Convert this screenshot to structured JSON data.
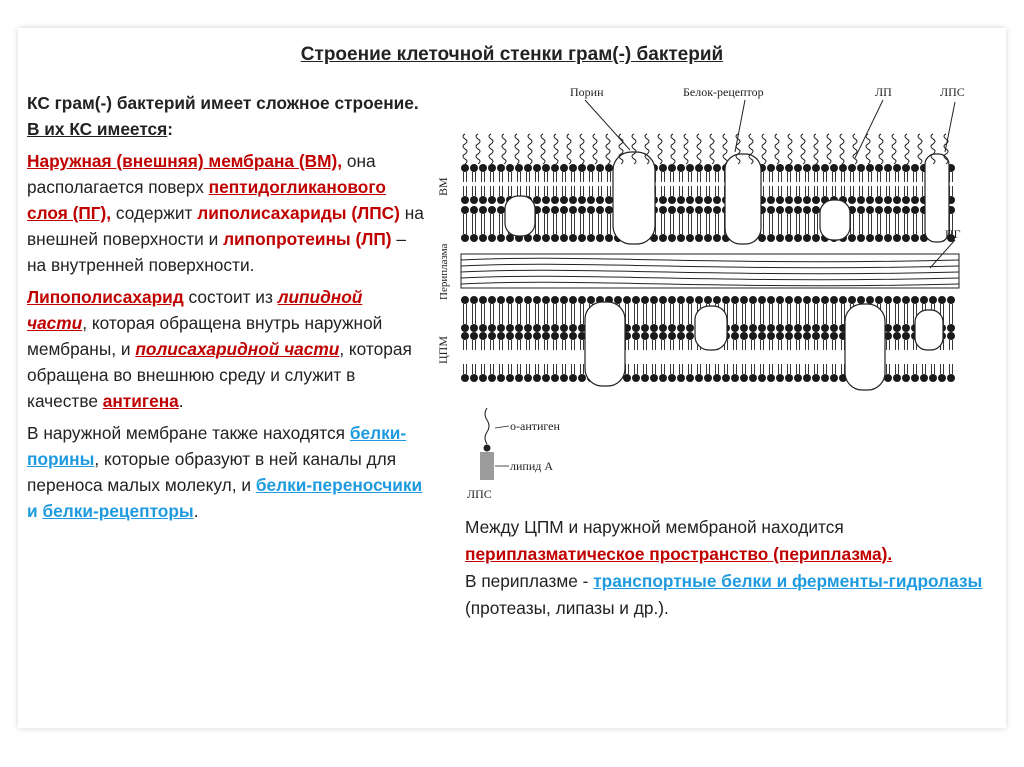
{
  "slide": {
    "title": "Строение клеточной стенки грам(-) бактерий"
  },
  "left": {
    "p1_a": "КС грам(-) бактерий имеет сложное строение. ",
    "p1_b": "В их КС имеется",
    "p1_c": ":",
    "p2_a": "Наружная (внешняя) мембрана (ВМ),",
    "p2_b": " она располагается поверх ",
    "p2_c": "пептидогликанового слоя (ПГ),",
    "p2_d": " содержит ",
    "p2_e": "липолисахариды (ЛПС)",
    "p2_f": " на внешней поверхности  и ",
    "p2_g": "липопротеины  (ЛП)",
    "p2_h": " – на внутренней поверхности.",
    "p3_a": "Липополисахарид",
    "p3_b": " состоит из ",
    "p3_c": "липидной части",
    "p3_d": ", которая обращена внутрь наружной мембраны, и ",
    "p3_e": "полисахаридной части",
    "p3_f": ", которая обращена во внешнюю среду и служит в качестве ",
    "p3_g": "антигена",
    "p3_h": ".",
    "p4_a": "В наружной мембране также находятся ",
    "p4_b": "белки-порины",
    "p4_c": ", которые образуют в ней каналы для переноса малых молекул, и ",
    "p4_d": "белки-переносчики",
    "p4_e": " и ",
    "p4_f": "белки-рецепторы",
    "p4_g": "."
  },
  "right": {
    "r1": "Между ЦПМ и наружной мембраной находится",
    "r2": "периплазматическое пространство (периплазма).",
    "r3_a": "В периплазме - ",
    "r3_b": "транспортные белки и ферменты-гидролазы",
    "r3_c": " (протеазы, липазы и др.)."
  },
  "diagram": {
    "label_porin": "Порин",
    "label_receptor": "Белок-рецептор",
    "label_lp": "ЛП",
    "label_lps": "ЛПС",
    "label_vm": "ВМ",
    "label_periplasm": "Периплазма",
    "label_pg": "ПГ",
    "label_cpm": "ЦПМ",
    "label_o_antigen": "о-антиген",
    "label_lipid_a": "липид А",
    "label_lps_bottom": "ЛПС"
  }
}
